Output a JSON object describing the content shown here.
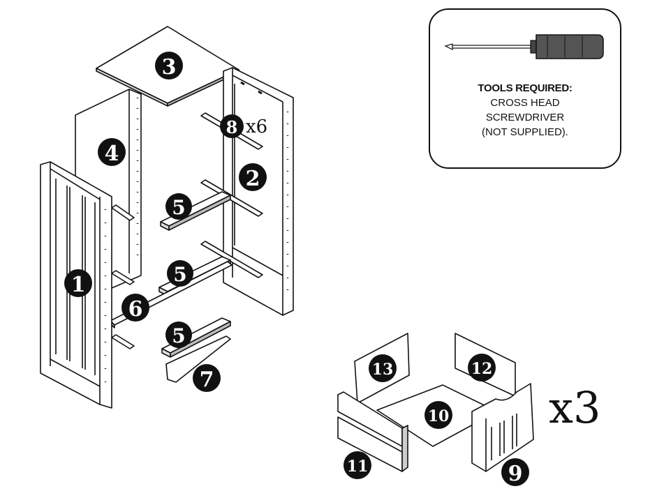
{
  "tools": {
    "title": "TOOLS REQUIRED:",
    "lines": [
      "CROSS HEAD",
      "SCREWDRIVER",
      "(NOT SUPPLIED)."
    ]
  },
  "parts": {
    "p1": "1",
    "p2": "2",
    "p3": "3",
    "p4": "4",
    "p5a": "5",
    "p5b": "5",
    "p5c": "5",
    "p6": "6",
    "p7": "7",
    "p8": "8",
    "p9": "9",
    "p10": "10",
    "p11": "11",
    "p12": "12",
    "p13": "13"
  },
  "quantities": {
    "shelf_supports": "x6",
    "drawers": "x3"
  },
  "colors": {
    "line": "#111111",
    "handle": "#555555",
    "fill": "#ffffff"
  }
}
